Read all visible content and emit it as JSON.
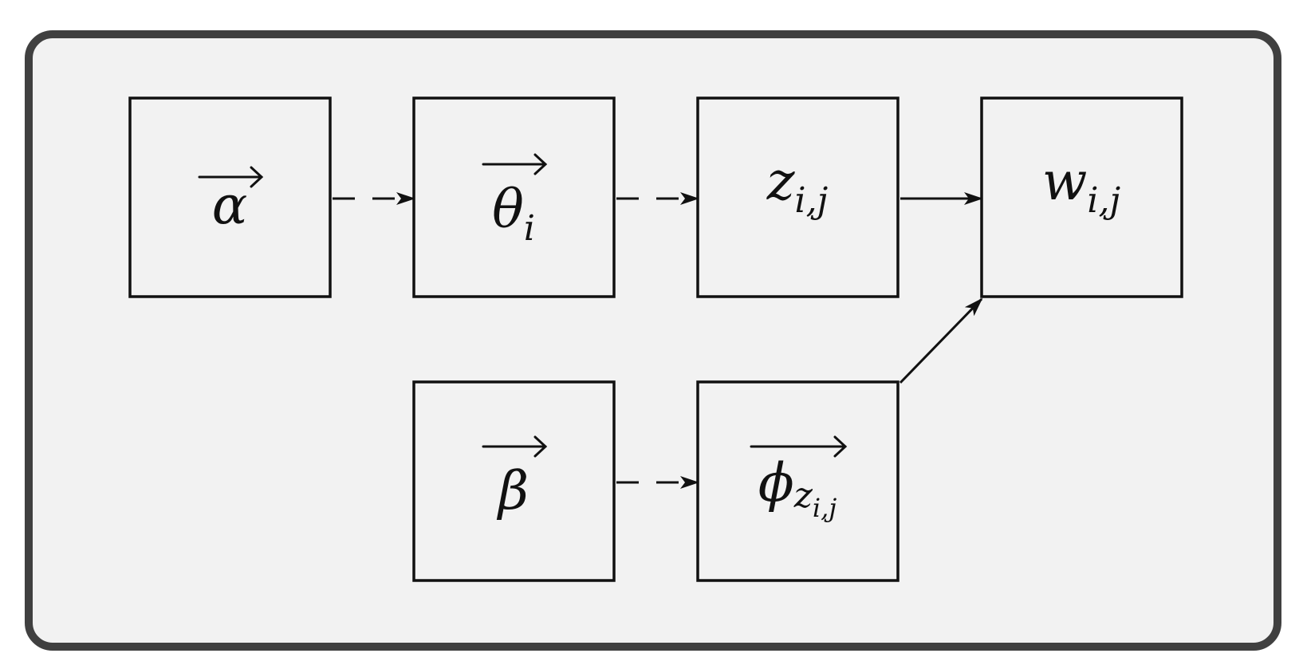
{
  "nodes": [
    {
      "id": "alpha",
      "symbol": "α",
      "subscript": "",
      "vector": true
    },
    {
      "id": "theta",
      "symbol": "θ",
      "subscript": "i",
      "vector": true
    },
    {
      "id": "z",
      "symbol": "z",
      "subscript": "i,j",
      "vector": false
    },
    {
      "id": "w",
      "symbol": "w",
      "subscript": "i,j",
      "vector": false
    },
    {
      "id": "beta",
      "symbol": "β",
      "subscript": "",
      "vector": true
    },
    {
      "id": "phi",
      "symbol": "ϕ",
      "subscript": "z",
      "subsubscript": "i,j",
      "vector": true
    }
  ],
  "edges": [
    {
      "from": "alpha",
      "to": "theta",
      "style": "dashed"
    },
    {
      "from": "theta",
      "to": "z",
      "style": "dashed"
    },
    {
      "from": "z",
      "to": "w",
      "style": "solid"
    },
    {
      "from": "beta",
      "to": "phi",
      "style": "dashed"
    },
    {
      "from": "phi",
      "to": "w",
      "style": "solid"
    }
  ]
}
